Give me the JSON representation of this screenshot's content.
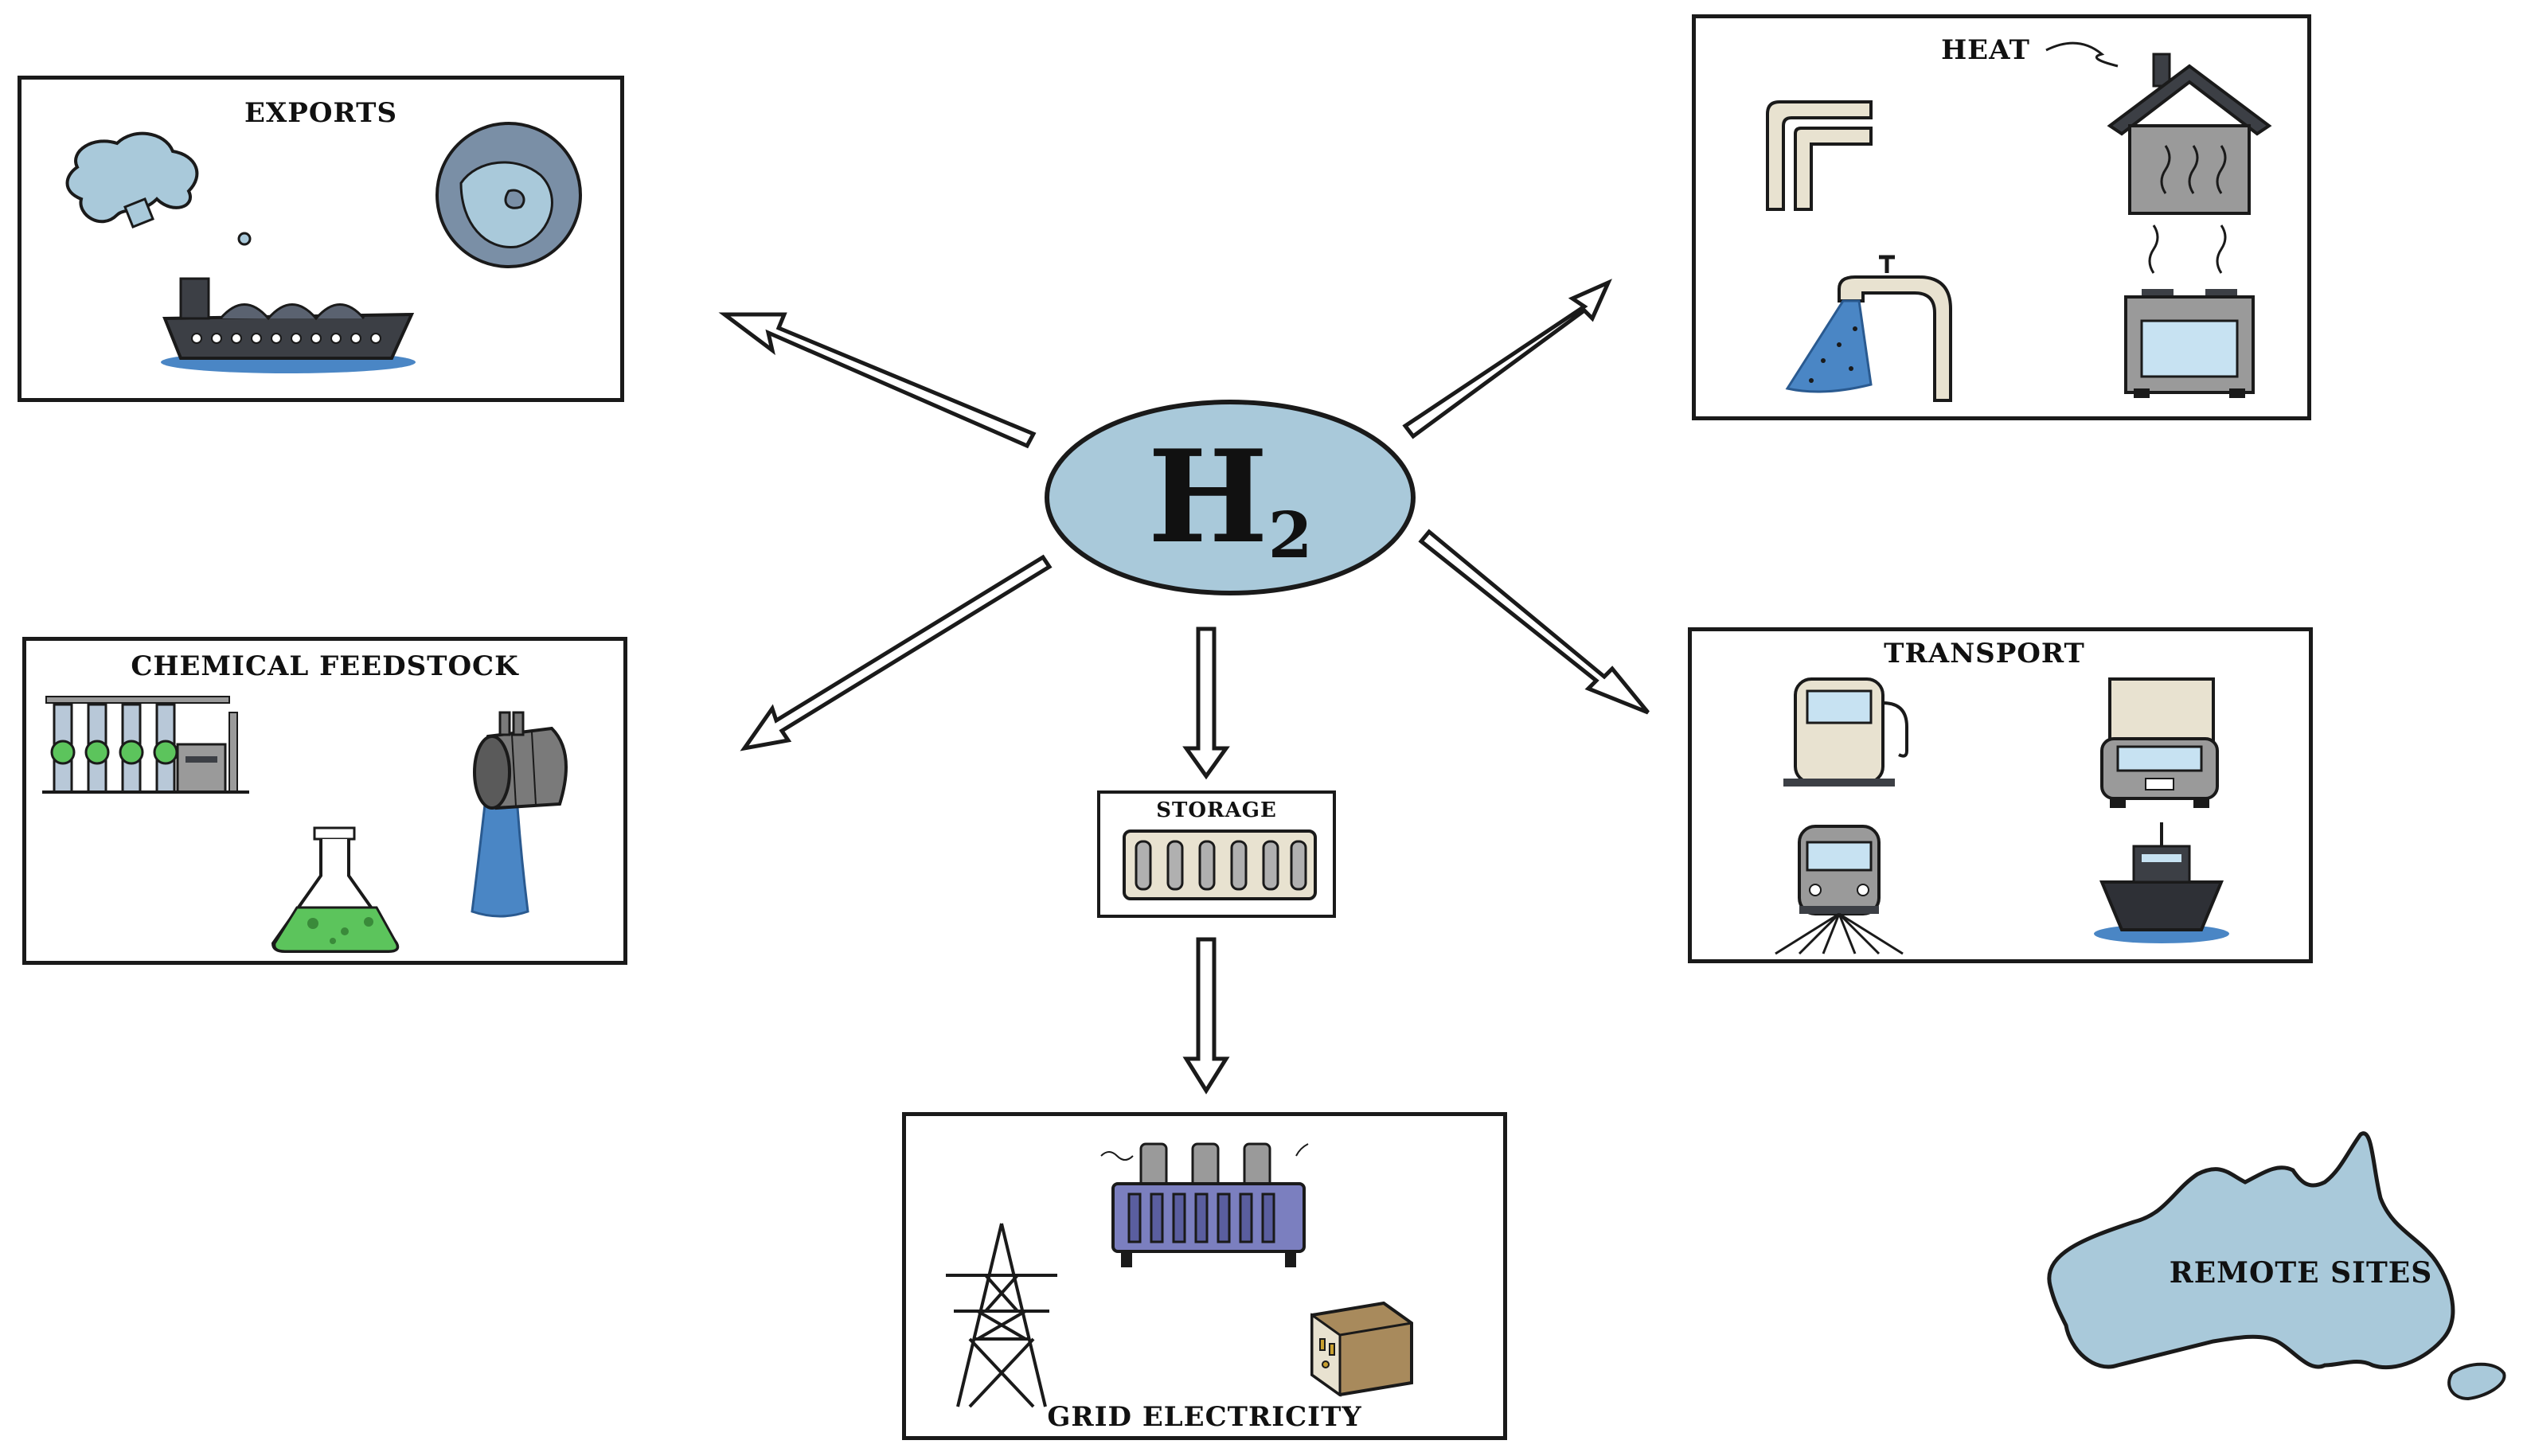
{
  "center": {
    "symbol": "H",
    "subscript": "2"
  },
  "nodes": {
    "exports": {
      "label": "EXPORTS"
    },
    "heat": {
      "label": "HEAT"
    },
    "chemical": {
      "label": "CHEMICAL FEEDSTOCK"
    },
    "transport": {
      "label": "TRANSPORT"
    },
    "storage": {
      "label": "STORAGE"
    },
    "grid": {
      "label": "GRID ELECTRICITY"
    },
    "remote": {
      "label": "REMOTE SITES"
    }
  },
  "colors": {
    "accent_blue": "#a9c9da",
    "water_blue": "#4a86c5",
    "green": "#5cc45c",
    "outline": "#1a1a1a",
    "transformer_purple": "#7b7fbf"
  },
  "icons": {
    "exports": [
      "australia-map-icon",
      "globe-icon",
      "cargo-ship-icon"
    ],
    "heat": [
      "pipes-icon",
      "house-icon",
      "tap-icon",
      "stove-icon"
    ],
    "chemical": [
      "factory-icon",
      "flask-icon",
      "barrel-icon"
    ],
    "transport": [
      "fuel-pump-icon",
      "truck-icon",
      "train-icon",
      "ship-icon"
    ],
    "grid": [
      "pylon-icon",
      "transformer-icon",
      "power-outlet-icon"
    ]
  }
}
